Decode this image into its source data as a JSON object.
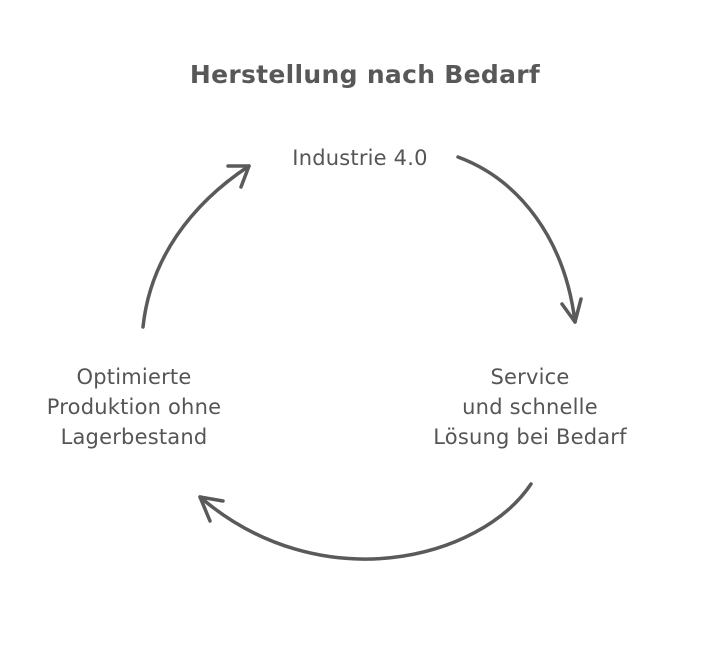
{
  "diagram": {
    "title": "Herstellung nach Bedarf",
    "nodes": {
      "top": {
        "lines": [
          "Industrie 4.0"
        ]
      },
      "right": {
        "lines": [
          "Service",
          "und schnelle",
          "Lösung bei Bedarf"
        ]
      },
      "left": {
        "lines": [
          "Optimierte",
          "Produktion ohne",
          "Lagerbestand"
        ]
      }
    },
    "arrow_color": "#5a5a5a",
    "text_color": "#555555"
  }
}
